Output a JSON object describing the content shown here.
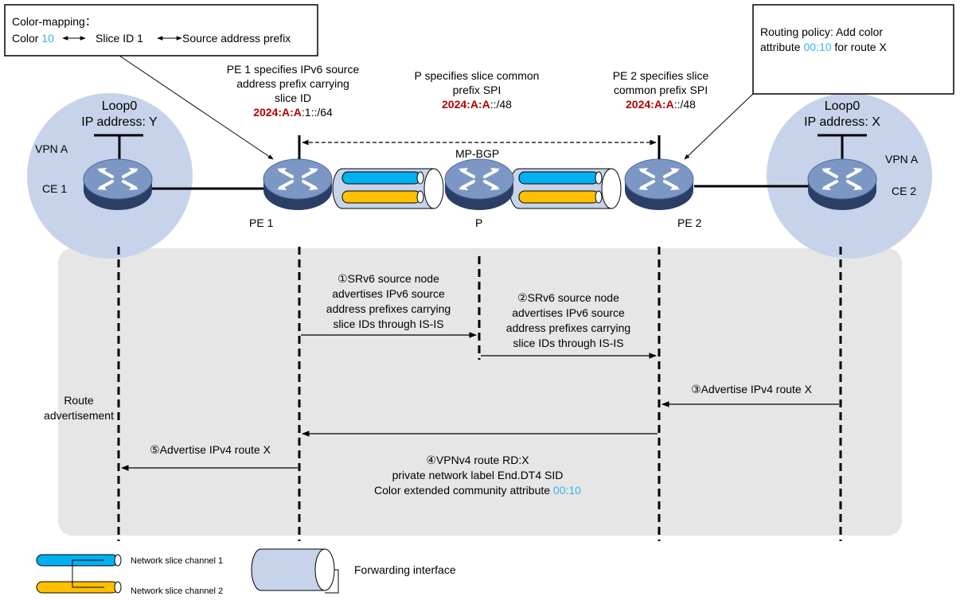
{
  "colors": {
    "accent": "#35b6ea",
    "red": "#b30000",
    "circle": "#c7d3ea",
    "panel": "#e6e6e6",
    "channel1": "#00b0f0",
    "channel2": "#ffc000",
    "router_top": "#7d97c5"
  },
  "color_mapping": {
    "title": "Color-mapping：",
    "color_prefix": "Color ",
    "color_value": "10",
    "slice": "Slice ID 1",
    "source": "Source address prefix"
  },
  "routing_policy": {
    "line1": "Routing policy: Add color",
    "line2_prefix": "attribute ",
    "line2_value": "00:10",
    "line2_suffix": " for route X"
  },
  "pe1_note": {
    "line1": "PE 1 specifies IPv6 source",
    "line2": "address prefix carrying",
    "line3": "slice ID",
    "prefix_red": "2024:A:A",
    "prefix_rest": ":1::/64"
  },
  "p_note": {
    "line1": "P specifies slice common",
    "line2": "prefix SPI",
    "prefix_red": "2024:A:A",
    "prefix_rest": "::/48"
  },
  "pe2_note": {
    "line1": "PE 2 specifies slice",
    "line2": "common prefix SPI",
    "prefix_red": "2024:A:A",
    "prefix_rest": "::/48"
  },
  "left_site": {
    "loop": "Loop0",
    "ip_label": "IP address",
    "ip_value": ": Y",
    "vpn": "VPN A",
    "device": "CE 1"
  },
  "right_site": {
    "loop": "Loop0",
    "ip_label": "IP address",
    "ip_value": ": X",
    "vpn": "VPN A",
    "device": "CE 2"
  },
  "nodes": {
    "pe1": "PE 1",
    "p": "P",
    "pe2": "PE 2"
  },
  "mpbgp": "MP-BGP",
  "steps": {
    "s1": [
      "①SRv6 source node",
      "advertises IPv6 source",
      "address prefixes carrying",
      "slice IDs through IS-IS"
    ],
    "s2": [
      "②SRv6 source node",
      "advertises IPv6 source",
      "address prefixes carrying",
      "slice IDs through IS-IS"
    ],
    "s3": "③Advertise IPv4 route X",
    "s4": {
      "line1": "④VPNv4 route RD:X",
      "line2": "private network label End.DT4 SID",
      "line3_prefix": "Color extended community attribute ",
      "line3_value": "00:10"
    },
    "s5": "⑤Advertise IPv4 route X"
  },
  "route_adv": [
    "Route",
    "advertisement"
  ],
  "legend": {
    "channel1": "Network slice channel 1",
    "channel2": "Network slice channel 2",
    "forwarding": "Forwarding interface"
  }
}
